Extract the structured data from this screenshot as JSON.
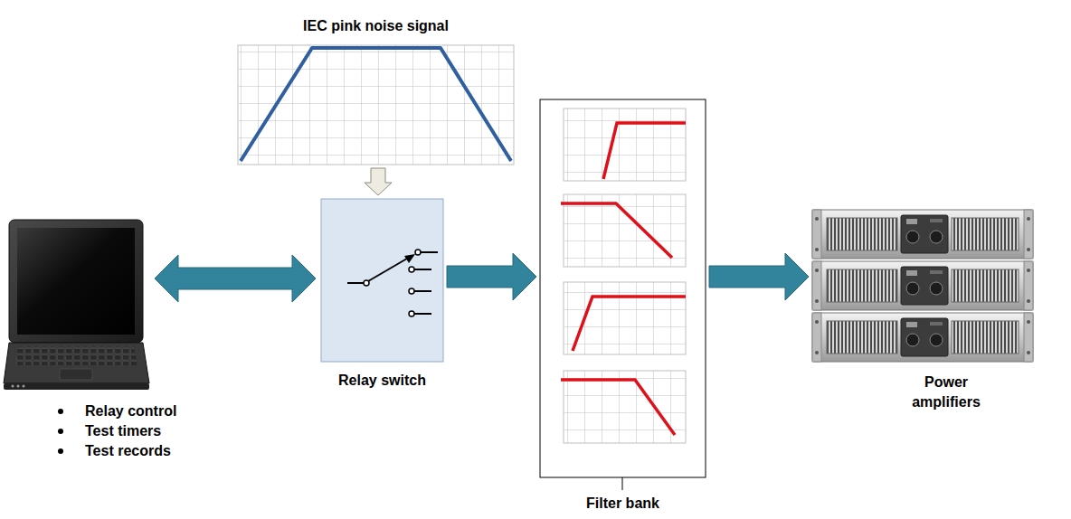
{
  "diagram": {
    "nodes": [
      {
        "text": [
          "Relay control",
          "Test timers",
          "Test records"
        ]
      },
      {
        "text": [
          "IEC pink noise signal"
        ]
      },
      {
        "text": [
          "Relay switch"
        ]
      },
      {
        "text": [
          "Filter bank"
        ]
      },
      {
        "text": [
          "Power amplifiers"
        ]
      }
    ],
    "edges": [
      {
        "from": 0,
        "to": 2,
        "arrow": "both"
      },
      {
        "from": 1,
        "to": 2,
        "arrow": "to"
      },
      {
        "from": 2,
        "to": 3,
        "arrow": "to"
      },
      {
        "from": 3,
        "to": 4,
        "arrow": "to"
      }
    ]
  }
}
